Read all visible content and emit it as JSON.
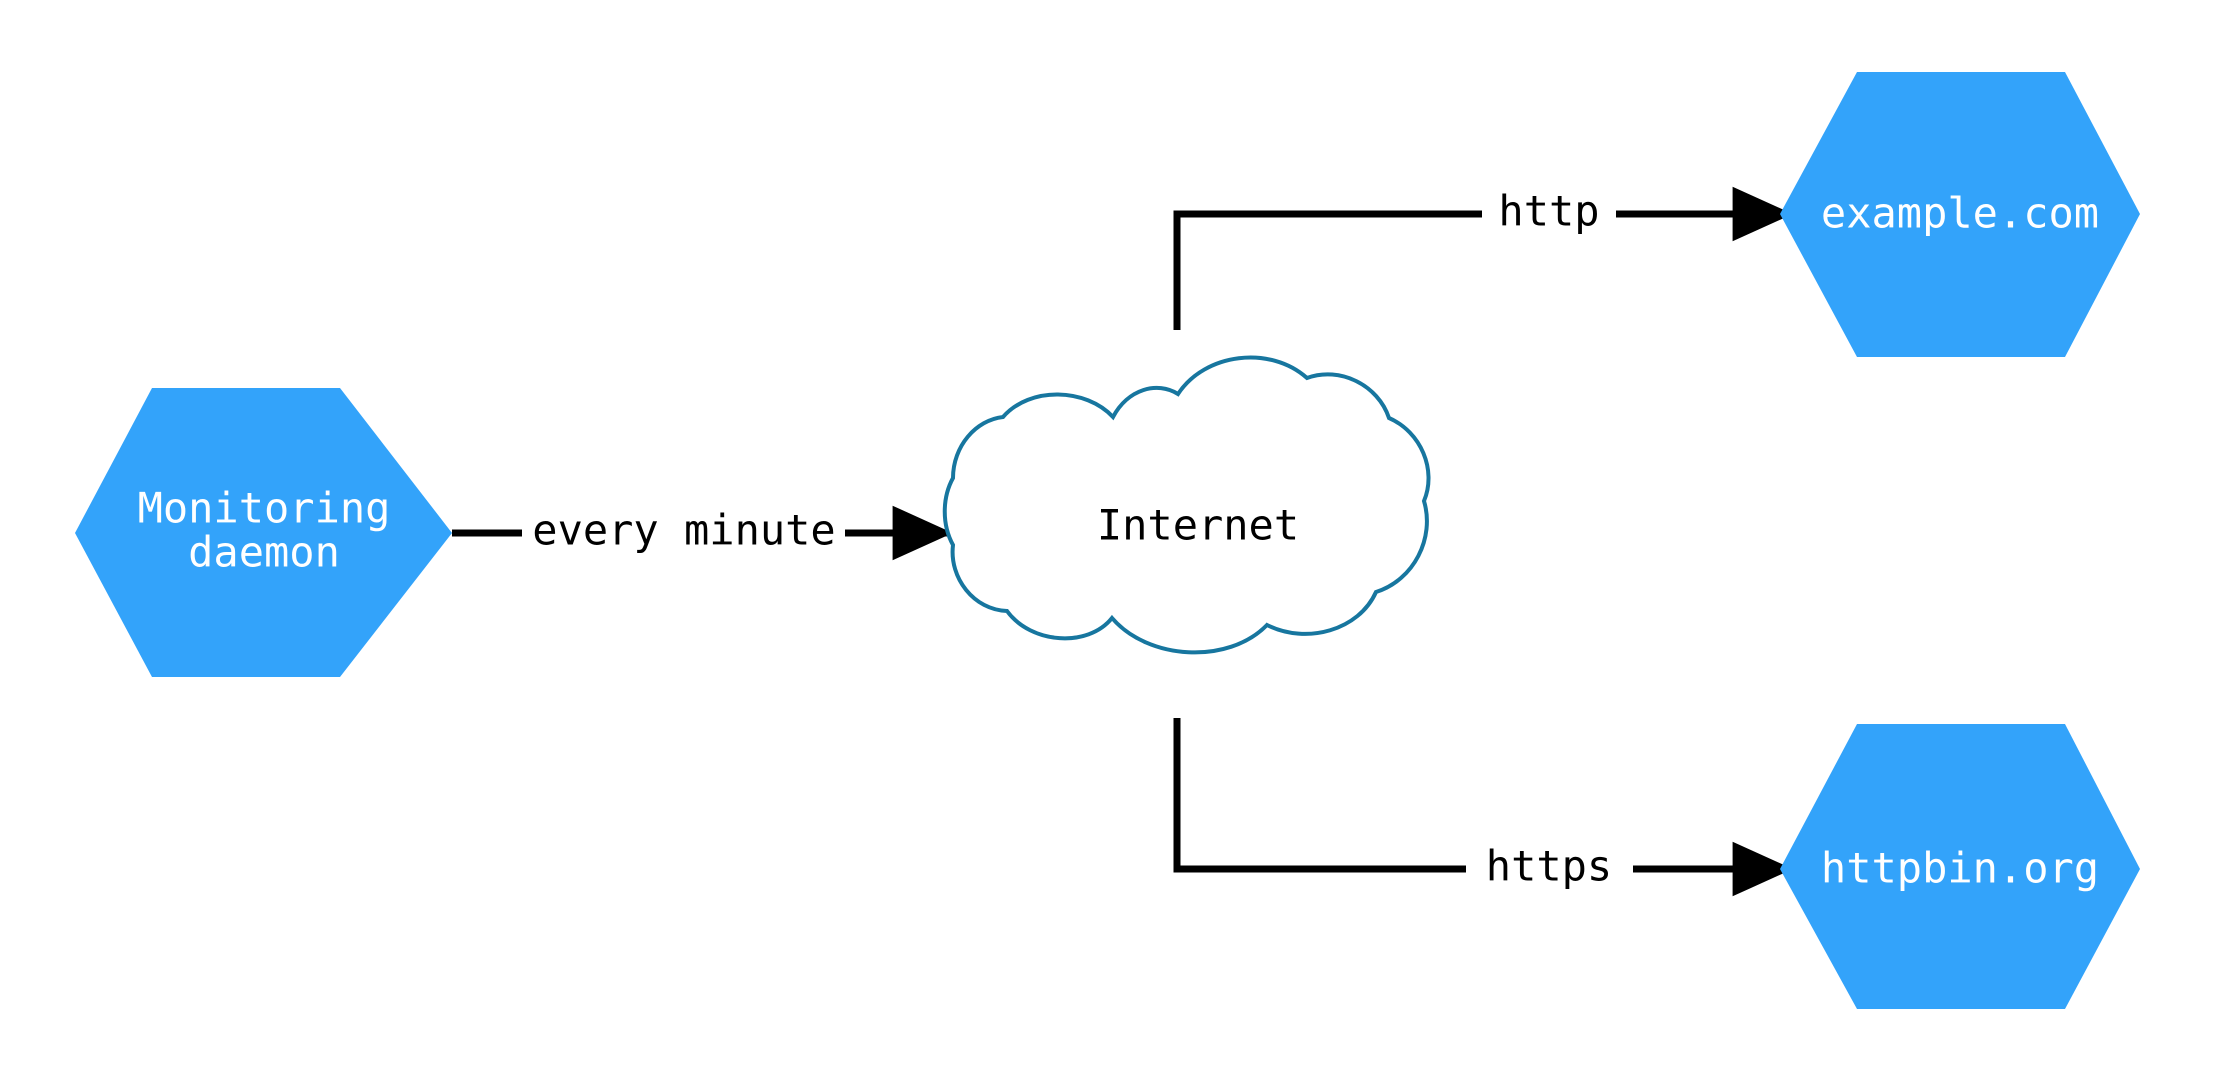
{
  "diagram": {
    "title": "Monitoring daemon network diagram",
    "background_color": "#ffffff",
    "colors": {
      "node_fill": "#33a3fa",
      "node_text": "#ffffff",
      "cloud_stroke": "#17769f",
      "cloud_fill": "#ffffff",
      "edge_stroke": "#000000",
      "label_text": "#000000"
    },
    "nodes": [
      {
        "id": "monitoring-daemon",
        "shape": "hexagon",
        "label_line_1": "Monitoring",
        "label_line_2": "daemon",
        "fill": "#33a3fa",
        "text_color": "#ffffff"
      },
      {
        "id": "internet",
        "shape": "cloud",
        "label": "Internet",
        "fill": "#ffffff",
        "stroke": "#17769f",
        "text_color": "#000000"
      },
      {
        "id": "example-com",
        "shape": "hexagon",
        "label": "example.com",
        "fill": "#33a3fa",
        "text_color": "#ffffff"
      },
      {
        "id": "httpbin-org",
        "shape": "hexagon",
        "label": "httpbin.org",
        "fill": "#33a3fa",
        "text_color": "#ffffff"
      }
    ],
    "edges": [
      {
        "id": "daemon-to-internet",
        "from": "monitoring-daemon",
        "to": "internet",
        "label": "every minute",
        "arrow": "end"
      },
      {
        "id": "internet-to-example",
        "from": "internet",
        "to": "example-com",
        "label": "http",
        "arrow": "end"
      },
      {
        "id": "internet-to-httpbin",
        "from": "internet",
        "to": "httpbin-org",
        "label": "https",
        "arrow": "end"
      }
    ]
  }
}
